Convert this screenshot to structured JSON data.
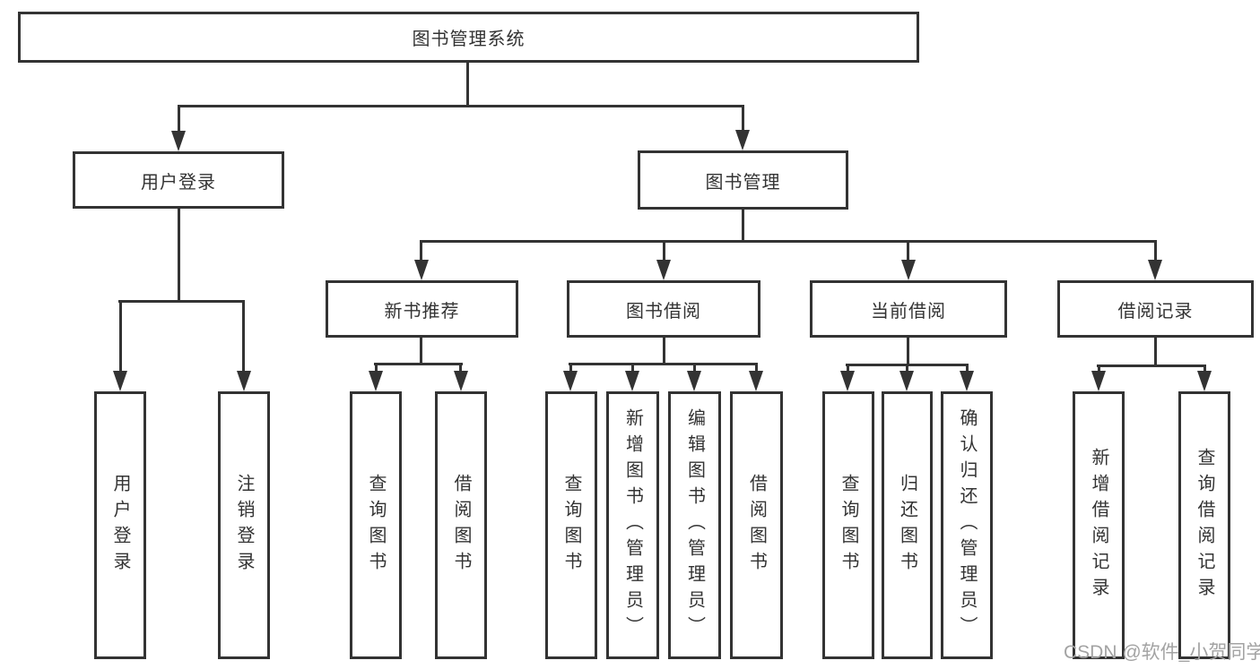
{
  "diagram_type": "hierarchy-tree",
  "tree": {
    "label": "图书管理系统",
    "children": [
      {
        "label": "用户登录",
        "children": [
          {
            "label": "用户登录"
          },
          {
            "label": "注销登录"
          }
        ]
      },
      {
        "label": "图书管理",
        "children": [
          {
            "label": "新书推荐",
            "children": [
              {
                "label": "查询图书"
              },
              {
                "label": "借阅图书"
              }
            ]
          },
          {
            "label": "图书借阅",
            "children": [
              {
                "label": "查询图书"
              },
              {
                "label": "新增图书（管理员）"
              },
              {
                "label": "编辑图书（管理员）"
              },
              {
                "label": "借阅图书"
              }
            ]
          },
          {
            "label": "当前借阅",
            "children": [
              {
                "label": "查询图书"
              },
              {
                "label": "归还图书"
              },
              {
                "label": "确认归还（管理员）"
              }
            ]
          },
          {
            "label": "借阅记录",
            "children": [
              {
                "label": "新增借阅记录"
              },
              {
                "label": "查询借阅记录"
              }
            ]
          }
        ]
      }
    ]
  },
  "watermark": {
    "text": "CSDN @软件_小贺同学"
  },
  "colors": {
    "line": "#333333",
    "box_background": "#ffffff",
    "canvas_background": "#ffffff",
    "node_text": "#333333",
    "watermark_text": "#a3a3a3"
  }
}
